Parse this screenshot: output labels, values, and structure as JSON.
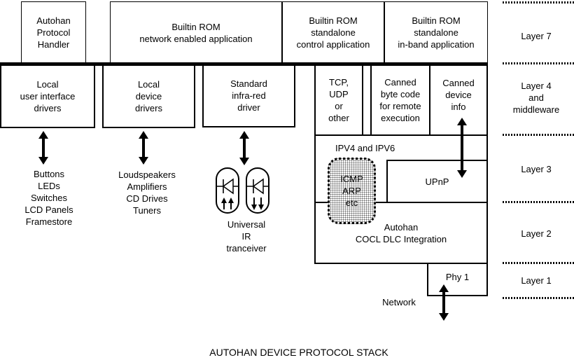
{
  "diagram_title": "AUTOHAN DEVICE PROTOCOL STACK",
  "application_row": {
    "autohan_handler": {
      "lines": [
        "Autohan",
        "Protocol",
        "Handler"
      ]
    },
    "rom_network": {
      "lines": [
        "Builtin ROM",
        "network enabled application"
      ]
    },
    "rom_control": {
      "lines": [
        "Builtin ROM",
        "standalone",
        "control application"
      ]
    },
    "rom_inband": {
      "lines": [
        "Builtin ROM",
        "standalone",
        "in-band application"
      ]
    }
  },
  "driver_row": {
    "local_ui": {
      "lines": [
        "Local",
        "user interface",
        "drivers"
      ]
    },
    "local_device": {
      "lines": [
        "Local",
        "device",
        "drivers"
      ]
    },
    "infrared": {
      "lines": [
        "Standard",
        "infra-red",
        "driver"
      ]
    },
    "tcp": {
      "lines": [
        "TCP,",
        "UDP",
        "or",
        "other"
      ]
    },
    "canned_code": {
      "lines": [
        "Canned",
        "byte code",
        "for remote",
        "execution"
      ]
    },
    "canned_info": {
      "lines": [
        "Canned",
        "device",
        "info"
      ]
    }
  },
  "network_stack": {
    "ipv4_label": "IPV4 and IPV6",
    "icmp_blob": {
      "lines": [
        "ICMP",
        "ARP",
        "etc"
      ]
    },
    "upnp_label": "UPnP",
    "cocl": {
      "lines": [
        "Autohan",
        "COCL DLC Integration"
      ]
    },
    "phy_label": "Phy 1",
    "network_label": "Network"
  },
  "peripherals": {
    "ui_devices": {
      "lines": [
        "Buttons",
        "LEDs",
        "Switches",
        "LCD Panels",
        "Framestore"
      ]
    },
    "av_devices": {
      "lines": [
        "Loudspeakers",
        "Amplifiers",
        "CD Drives",
        "Tuners"
      ]
    },
    "ir_transceiver": {
      "lines": [
        "Universal",
        "IR",
        "tranceiver"
      ]
    }
  },
  "layer_column": {
    "layer7": {
      "lines": [
        "Layer 7"
      ]
    },
    "layer4": {
      "lines": [
        "Layer 4",
        "and",
        "middleware"
      ]
    },
    "layer3": {
      "lines": [
        "Layer 3"
      ]
    },
    "layer2": {
      "lines": [
        "Layer 2"
      ]
    },
    "layer1": {
      "lines": [
        "Layer 1"
      ]
    }
  },
  "icons": {
    "double_arrow": "double-arrow-icon",
    "ir_receiver": "ir-receiver-diode-icon",
    "ir_emitter": "ir-emitter-diode-icon"
  },
  "colors": {
    "line": "#000000",
    "background": "#ffffff"
  }
}
